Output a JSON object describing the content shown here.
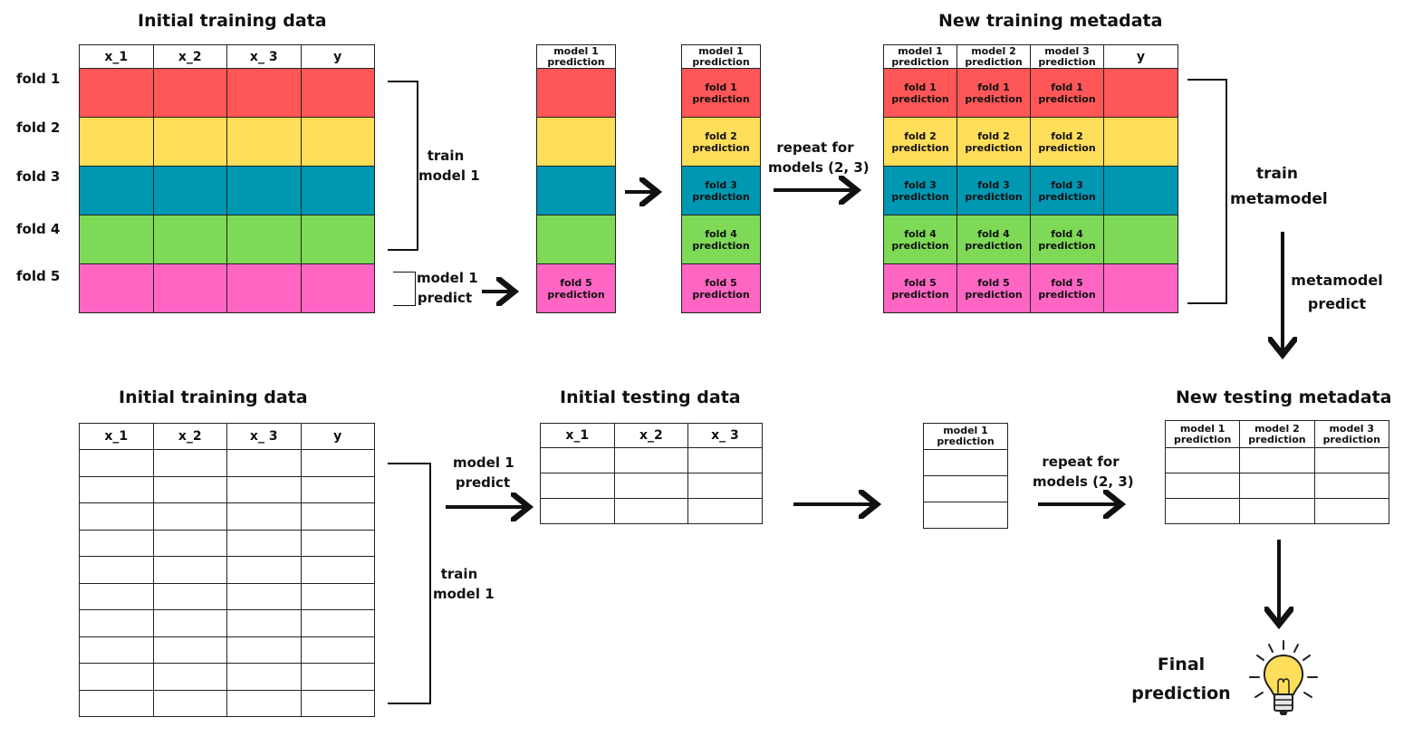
{
  "colors": {
    "fold1": "#FF5757",
    "fold2": "#FFDE59",
    "fold3": "#0097B2",
    "fold4": "#7ED957",
    "fold5": "#FF66C4",
    "bulb": "#FFDE59"
  },
  "icons": {
    "final": "lightbulb-icon",
    "arrows": "arrow-right-icon"
  },
  "top": {
    "train_title": "Initial training data",
    "train_cols": [
      "x_1",
      "x_2",
      "x_ 3",
      "y"
    ],
    "folds": [
      "fold 1",
      "fold 2",
      "fold 3",
      "fold 4",
      "fold 5"
    ],
    "train_model_label": "train\nmodel 1",
    "predict_label": "model 1\npredict",
    "m1pred_header": "model 1\nprediction",
    "fold5_pred": "fold 5\nprediction",
    "fold_preds": [
      "fold 1\nprediction",
      "fold 2\nprediction",
      "fold 3\nprediction",
      "fold 4\nprediction",
      "fold 5\nprediction"
    ],
    "repeat_label": "repeat for\nmodels (2, 3)",
    "meta_title": "New training metadata",
    "meta_cols": [
      "model 1\nprediction",
      "model 2\nprediction",
      "model 3\nprediction",
      "y"
    ],
    "train_meta_label": "train\nmetamodel",
    "meta_predict_label": "metamodel\npredict"
  },
  "bottom": {
    "train_title": "Initial training data",
    "train_cols": [
      "x_1",
      "x_2",
      "x_ 3",
      "y"
    ],
    "train_model_label": "train\nmodel 1",
    "predict_label": "model 1\npredict",
    "test_title": "Initial testing data",
    "test_cols": [
      "x_1",
      "x_2",
      "x_ 3"
    ],
    "m1pred_header": "model 1\nprediction",
    "repeat_label": "repeat for\nmodels (2, 3)",
    "meta_title": "New testing metadata",
    "meta_cols": [
      "model 1\nprediction",
      "model 2\nprediction",
      "model 3\nprediction"
    ],
    "final_label": "Final\nprediction"
  }
}
